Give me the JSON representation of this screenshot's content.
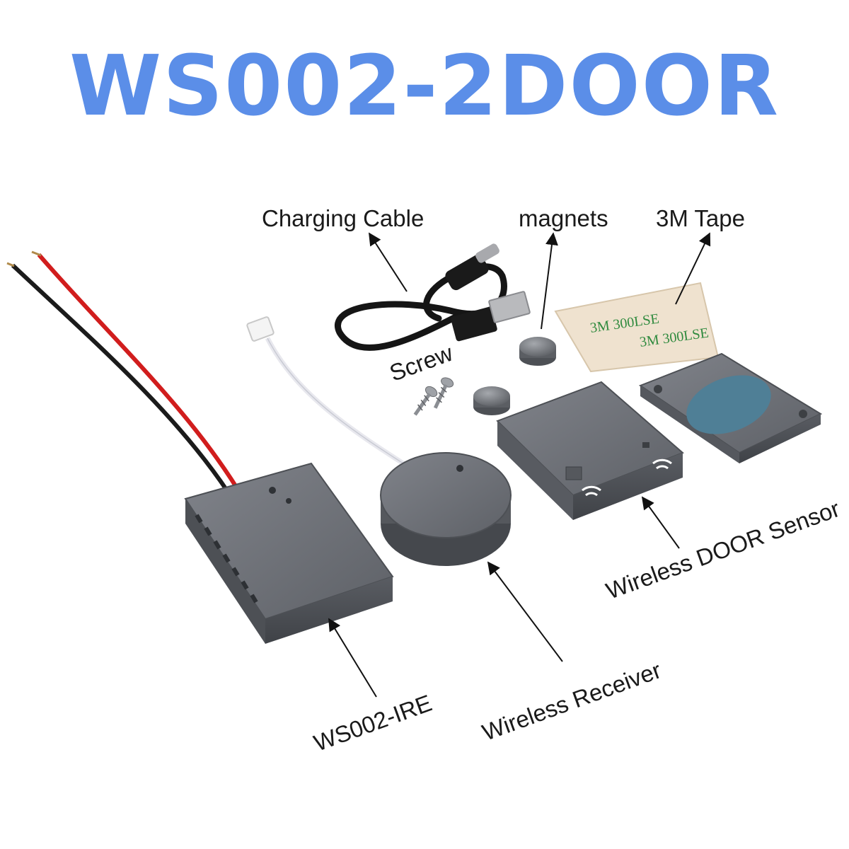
{
  "title": "WS002-2DOOR",
  "labels": {
    "charging_cable": "Charging Cable",
    "magnets": "magnets",
    "tape": "3M Tape",
    "screw": "Screw",
    "door_sensor": "Wireless DOOR Sensor",
    "receiver": "Wireless Receiver",
    "controller": "WS002-IRE"
  },
  "colors": {
    "title": "#5b8ee8",
    "device": "#6b6e74",
    "tape_backing": "#efe2cf",
    "magnet_plate": "#4f7f96"
  },
  "icons": {
    "wifi": "wifi-icon"
  }
}
